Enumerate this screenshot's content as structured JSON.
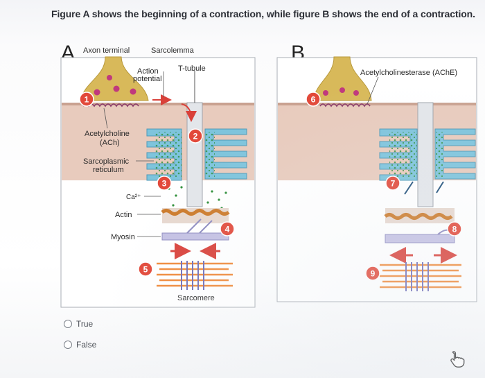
{
  "question": {
    "title": "Figure A shows the beginning of a contraction, while figure B shows the end of a contraction."
  },
  "figure_a": {
    "panel_letter": "A",
    "labels": {
      "axon_terminal": "Axon terminal",
      "sarcolemma": "Sarcolemma",
      "action_potential_line1": "Action",
      "action_potential_line2": "potential",
      "t_tubule": "T-tubule",
      "acetylcholine_line1": "Acetylcholine",
      "acetylcholine_line2": "(ACh)",
      "sarcoplasmic_line1": "Sarcoplasmic",
      "sarcoplasmic_line2": "reticulum",
      "calcium": "Ca²⁺",
      "actin": "Actin",
      "myosin": "Myosin",
      "sarcomere": "Sarcomere"
    },
    "step_numbers": [
      "1",
      "2",
      "3",
      "4",
      "5"
    ]
  },
  "figure_b": {
    "panel_letter": "B",
    "labels": {
      "ache": "Acetylcholinesterase (AChE)"
    },
    "step_numbers": [
      "6",
      "7",
      "8",
      "9"
    ]
  },
  "answer_options": [
    {
      "label": "True"
    },
    {
      "label": "False"
    }
  ],
  "colors": {
    "step_badge": "#e2493a",
    "tissue": "#e7c9bc",
    "sr_blue": "#7ec4dc",
    "axon_gold": "#d8b95a",
    "arrow_red": "#d9413a"
  },
  "icons": {
    "cursor": "hand-pointer-icon"
  }
}
